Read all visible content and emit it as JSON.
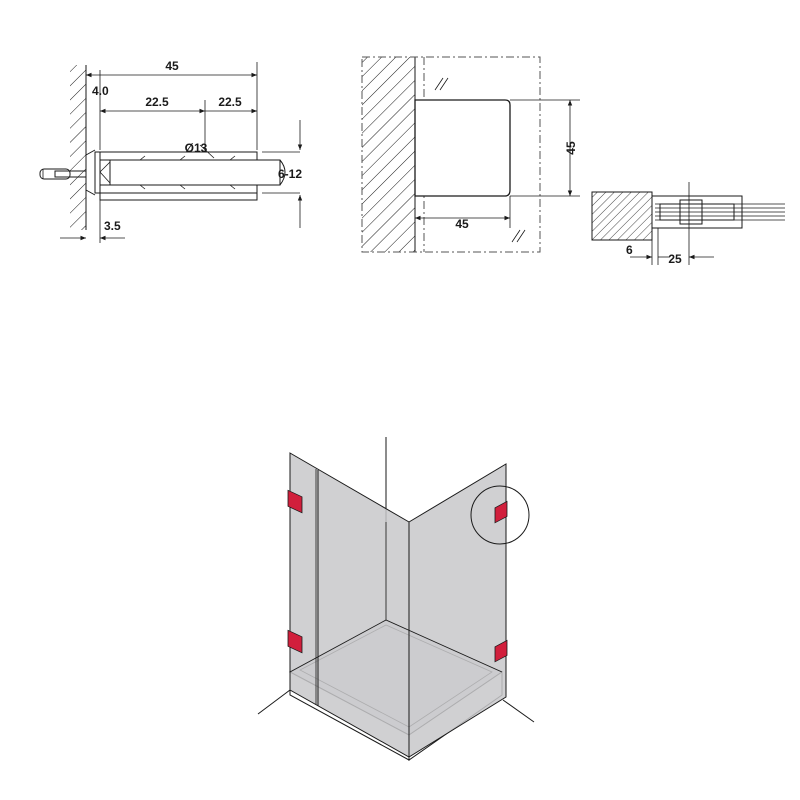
{
  "colors": {
    "line": "#1a1a1a",
    "glass": "#c8c8ca",
    "clamp": "#d11f3c",
    "hatch_bg": "#ffffff"
  },
  "side_view": {
    "dim_overall": "45",
    "dim_offset": "4.0",
    "dim_left_half": "22.5",
    "dim_right_half": "22.5",
    "dim_diameter": "Ø13",
    "dim_glass_range": "6-12",
    "dim_wall_gap": "3.5"
  },
  "front_view": {
    "dim_height": "45",
    "dim_width": "45"
  },
  "top_view": {
    "dim_edge": "6",
    "dim_depth": "25"
  }
}
